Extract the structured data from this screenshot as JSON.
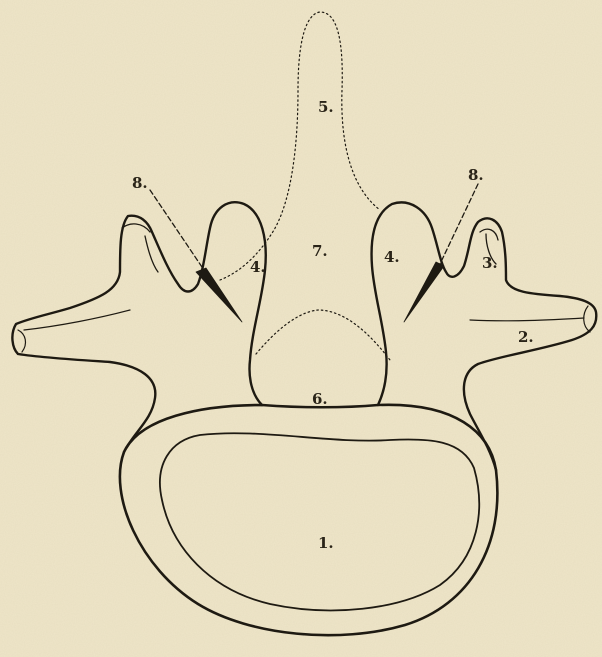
{
  "figure": {
    "paper_color": "#efe6c9",
    "ink_color": "#1e1a12",
    "labels": {
      "body": "1.",
      "transverse_right": "2.",
      "mammillary_right": "3.",
      "articular_left": "4.",
      "articular_right": "4.",
      "spinous": "5.",
      "canal_bottom": "6.",
      "canal": "7.",
      "line_left": "8.",
      "line_right": "8."
    }
  }
}
